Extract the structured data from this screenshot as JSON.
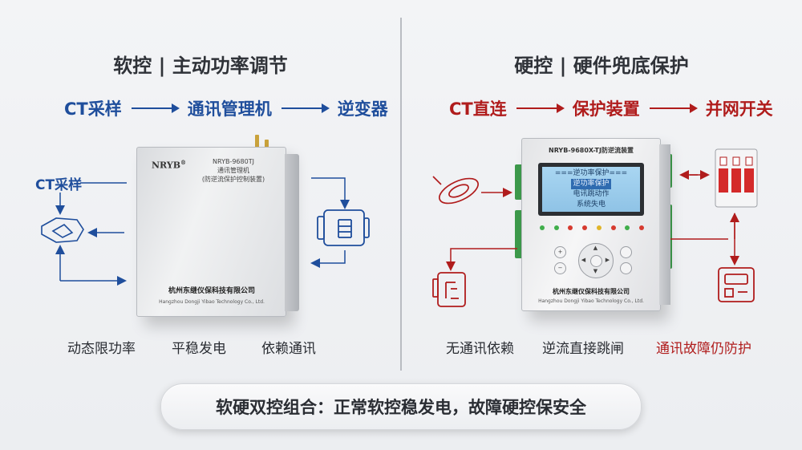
{
  "left": {
    "title": "软控 | 主动功率调节",
    "flow": [
      "CT采样",
      "通讯管理机",
      "逆变器"
    ],
    "ct_label": "CT采样",
    "device": {
      "brand": "NRYB",
      "brand_mark": "®",
      "model_line1": "NRYB-9680TJ",
      "model_line2": "通讯管理机",
      "model_line3": "(防逆流保护控制装置)",
      "company": "杭州东继仪保科技有限公司",
      "company_en": "Hangzhou Dongji Yibao Technology Co., Ltd."
    },
    "features": [
      "动态限功率",
      "平稳发电",
      "依赖通讯"
    ],
    "accent": "#1f4e9c"
  },
  "right": {
    "title": "硬控 | 硬件兜底保护",
    "flow": [
      "CT直连",
      "保护装置",
      "并网开关"
    ],
    "device": {
      "title": "NRYB-9680X-TJ防逆流装置",
      "screen_lines": [
        "===逆功率保护===",
        "逆功率保护",
        "电讯跳动作",
        "系统失电"
      ],
      "company": "杭州东继仪保科技有限公司",
      "company_en": "Hangzhou Dongji Yibao Technology Co., Ltd."
    },
    "features": [
      "无通讯依赖",
      "逆流直接跳闸",
      "通讯故障仍防护"
    ],
    "accent": "#b01c1c"
  },
  "banner": "软硬双控组合：正常软控稳发电，故障硬控保安全",
  "icons": {
    "left": [
      "ct-sensor-icon",
      "inverter-icon"
    ],
    "right": [
      "ct-clamp-icon",
      "circuit-breaker-icon",
      "meter-icon",
      "relay-icon"
    ]
  }
}
